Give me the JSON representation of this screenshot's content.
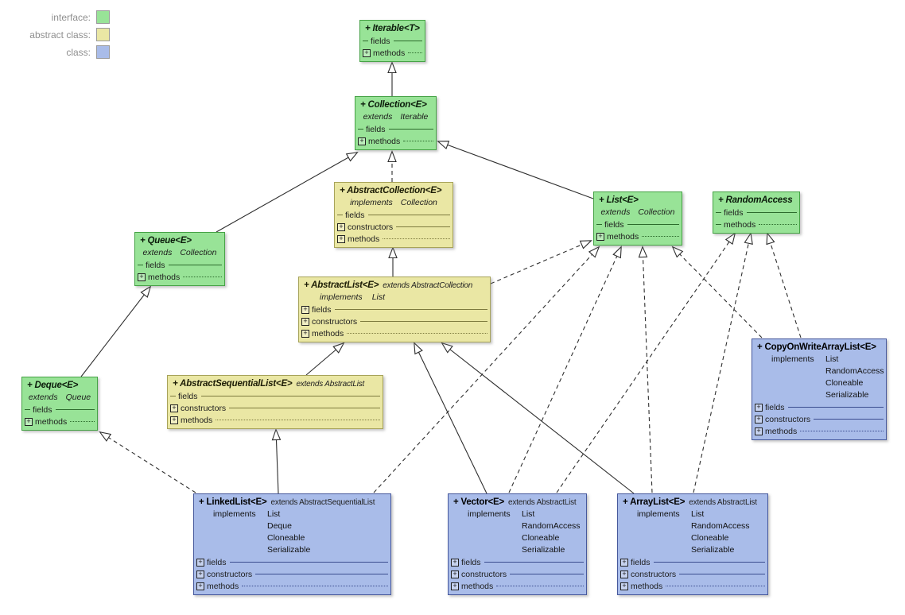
{
  "legend": {
    "items": [
      {
        "id": "interface",
        "label": "interface:",
        "color": "#98e397"
      },
      {
        "id": "abstract",
        "label": "abstract class:",
        "color": "#eae7a4"
      },
      {
        "id": "class",
        "label": "class:",
        "color": "#a9bce9"
      }
    ]
  },
  "colors": {
    "interface_fill": "#98e397",
    "interface_border": "#46a246",
    "abstract_fill": "#eae7a4",
    "abstract_border": "#a7a35a",
    "class_fill": "#a9bce9",
    "class_border": "#46589c",
    "edge": "#2e2e2e"
  },
  "classes": [
    {
      "id": "iterable",
      "kind": "interface",
      "title": "+ Iterable<T>",
      "suffix": "",
      "sub": [],
      "impl_label": "",
      "impl_items": [],
      "members": [
        {
          "icon": "dash",
          "label": "fields",
          "rule": "solid"
        },
        {
          "icon": "plus",
          "label": "methods",
          "rule": "dotted"
        }
      ]
    },
    {
      "id": "collection",
      "kind": "interface",
      "title": "+ Collection<E>",
      "suffix": "",
      "sub": [
        {
          "kw": "extends",
          "target": "Iterable"
        }
      ],
      "impl_label": "",
      "impl_items": [],
      "members": [
        {
          "icon": "dash",
          "label": "fields",
          "rule": "solid"
        },
        {
          "icon": "plus",
          "label": "methods",
          "rule": "dotted"
        }
      ]
    },
    {
      "id": "abstractcollection",
      "kind": "abstract",
      "title": "+ AbstractCollection<E>",
      "suffix": "",
      "sub": [
        {
          "kw": "implements",
          "target": "Collection"
        }
      ],
      "impl_label": "",
      "impl_items": [],
      "members": [
        {
          "icon": "dash",
          "label": "fields",
          "rule": "solid"
        },
        {
          "icon": "plus",
          "label": "constructors",
          "rule": "solid"
        },
        {
          "icon": "plus",
          "label": "methods",
          "rule": "dotted"
        }
      ]
    },
    {
      "id": "list",
      "kind": "interface",
      "title": "+ List<E>",
      "suffix": "",
      "sub": [
        {
          "kw": "extends",
          "target": "Collection"
        }
      ],
      "impl_label": "",
      "impl_items": [],
      "members": [
        {
          "icon": "dash",
          "label": "fields",
          "rule": "solid"
        },
        {
          "icon": "plus",
          "label": "methods",
          "rule": "dotted"
        }
      ]
    },
    {
      "id": "randomaccess",
      "kind": "interface",
      "title": "+ RandomAccess",
      "suffix": "",
      "sub": [],
      "impl_label": "",
      "impl_items": [],
      "members": [
        {
          "icon": "dash",
          "label": "fields",
          "rule": "solid"
        },
        {
          "icon": "dash",
          "label": "methods",
          "rule": "dotted"
        }
      ]
    },
    {
      "id": "queue",
      "kind": "interface",
      "title": "+ Queue<E>",
      "suffix": "",
      "sub": [
        {
          "kw": "extends",
          "target": "Collection"
        }
      ],
      "impl_label": "",
      "impl_items": [],
      "members": [
        {
          "icon": "dash",
          "label": "fields",
          "rule": "solid"
        },
        {
          "icon": "plus",
          "label": "methods",
          "rule": "dotted"
        }
      ]
    },
    {
      "id": "abstractlist",
      "kind": "abstract",
      "title": "+ AbstractList<E>",
      "suffix": "extends AbstractCollection",
      "sub": [
        {
          "kw": "implements",
          "target": "List"
        }
      ],
      "impl_label": "",
      "impl_items": [],
      "members": [
        {
          "icon": "plus",
          "label": "fields",
          "rule": "solid"
        },
        {
          "icon": "plus",
          "label": "constructors",
          "rule": "solid"
        },
        {
          "icon": "plus",
          "label": "methods",
          "rule": "dotted"
        }
      ]
    },
    {
      "id": "deque",
      "kind": "interface",
      "title": "+ Deque<E>",
      "suffix": "",
      "sub": [
        {
          "kw": "extends",
          "target": "Queue"
        }
      ],
      "impl_label": "",
      "impl_items": [],
      "members": [
        {
          "icon": "dash",
          "label": "fields",
          "rule": "solid"
        },
        {
          "icon": "plus",
          "label": "methods",
          "rule": "dotted"
        }
      ]
    },
    {
      "id": "abstractsequentiallist",
      "kind": "abstract",
      "title": "+ AbstractSequentialList<E>",
      "suffix": "extends AbstractList",
      "sub": [],
      "impl_label": "",
      "impl_items": [],
      "members": [
        {
          "icon": "dash",
          "label": "fields",
          "rule": "solid"
        },
        {
          "icon": "plus",
          "label": "constructors",
          "rule": "solid"
        },
        {
          "icon": "plus",
          "label": "methods",
          "rule": "dotted"
        }
      ]
    },
    {
      "id": "copyonwritearraylist",
      "kind": "class",
      "title": "+ CopyOnWriteArrayList<E>",
      "suffix": "",
      "sub": [],
      "impl_label": "implements",
      "impl_items": [
        "List",
        "RandomAccess",
        "Cloneable",
        "Serializable"
      ],
      "members": [
        {
          "icon": "plus",
          "label": "fields",
          "rule": "solid"
        },
        {
          "icon": "plus",
          "label": "constructors",
          "rule": "solid"
        },
        {
          "icon": "plus",
          "label": "methods",
          "rule": "dotted"
        }
      ]
    },
    {
      "id": "linkedlist",
      "kind": "class",
      "title": "+ LinkedList<E>",
      "suffix": "extends AbstractSequentialList",
      "sub": [],
      "impl_label": "implements",
      "impl_items": [
        "List",
        "Deque",
        "Cloneable",
        "Serializable"
      ],
      "members": [
        {
          "icon": "plus",
          "label": "fields",
          "rule": "solid"
        },
        {
          "icon": "plus",
          "label": "constructors",
          "rule": "solid"
        },
        {
          "icon": "plus",
          "label": "methods",
          "rule": "dotted"
        }
      ]
    },
    {
      "id": "vector",
      "kind": "class",
      "title": "+ Vector<E>",
      "suffix": "extends AbstractList",
      "sub": [],
      "impl_label": "implements",
      "impl_items": [
        "List",
        "RandomAccess",
        "Cloneable",
        "Serializable"
      ],
      "members": [
        {
          "icon": "plus",
          "label": "fields",
          "rule": "solid"
        },
        {
          "icon": "plus",
          "label": "constructors",
          "rule": "solid"
        },
        {
          "icon": "plus",
          "label": "methods",
          "rule": "dotted"
        }
      ]
    },
    {
      "id": "arraylist",
      "kind": "class",
      "title": "+ ArrayList<E>",
      "suffix": "extends AbstractList",
      "sub": [],
      "impl_label": "implements",
      "impl_items": [
        "List",
        "RandomAccess",
        "Cloneable",
        "Serializable"
      ],
      "members": [
        {
          "icon": "plus",
          "label": "fields",
          "rule": "solid"
        },
        {
          "icon": "plus",
          "label": "constructors",
          "rule": "solid"
        },
        {
          "icon": "plus",
          "label": "methods",
          "rule": "dotted"
        }
      ]
    }
  ],
  "edges": [
    {
      "from": "collection",
      "to": "iterable",
      "type": "extends"
    },
    {
      "from": "queue",
      "to": "collection",
      "type": "extends"
    },
    {
      "from": "list",
      "to": "collection",
      "type": "extends"
    },
    {
      "from": "abstractlist",
      "to": "abstractcollection",
      "type": "extends"
    },
    {
      "from": "deque",
      "to": "queue",
      "type": "extends"
    },
    {
      "from": "abstractsequentiallist",
      "to": "abstractlist",
      "type": "extends"
    },
    {
      "from": "linkedlist",
      "to": "abstractsequentiallist",
      "type": "extends"
    },
    {
      "from": "vector",
      "to": "abstractlist",
      "type": "extends"
    },
    {
      "from": "arraylist",
      "to": "abstractlist",
      "type": "extends"
    },
    {
      "from": "abstractcollection",
      "to": "collection",
      "type": "implements"
    },
    {
      "from": "abstractlist",
      "to": "list",
      "type": "implements"
    },
    {
      "from": "linkedlist",
      "to": "deque",
      "type": "implements"
    },
    {
      "from": "linkedlist",
      "to": "list",
      "type": "implements"
    },
    {
      "from": "vector",
      "to": "list",
      "type": "implements"
    },
    {
      "from": "arraylist",
      "to": "list",
      "type": "implements"
    },
    {
      "from": "copyonwritearraylist",
      "to": "list",
      "type": "implements"
    },
    {
      "from": "vector",
      "to": "randomaccess",
      "type": "implements"
    },
    {
      "from": "arraylist",
      "to": "randomaccess",
      "type": "implements"
    },
    {
      "from": "copyonwritearraylist",
      "to": "randomaccess",
      "type": "implements"
    }
  ]
}
